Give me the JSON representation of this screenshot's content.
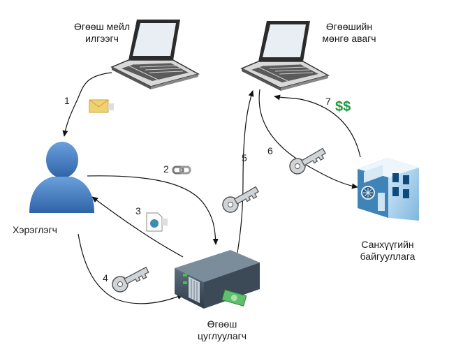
{
  "nodes": {
    "phisher": {
      "line1": "Өгөөш мейл",
      "line2": "илгээгч"
    },
    "collector": {
      "line1": "Өгөөшийн",
      "line2": "мөнгө авагч"
    },
    "user": {
      "label": "Хэрэглэгч"
    },
    "bank": {
      "line1": "Санхүүгийн",
      "line2": "байгууллага"
    },
    "server": {
      "line1": "Өгөөш",
      "line2": "цуглуулагч"
    }
  },
  "steps": [
    "1",
    "2",
    "3",
    "4",
    "5",
    "6",
    "7"
  ],
  "money_label": "$$",
  "icons": {
    "laptop": "laptop-icon",
    "user": "user-silhouette-icon",
    "server": "server-icon",
    "bank": "bank-building-icon",
    "email": "email-envelope-icon",
    "link": "chain-link-icon",
    "webpage": "web-page-icon",
    "key": "key-icon",
    "cash": "cash-bill-icon"
  },
  "colors": {
    "user_blue": "#4a82c8",
    "money_green": "#1e9a3c",
    "arrow": "#111111"
  }
}
